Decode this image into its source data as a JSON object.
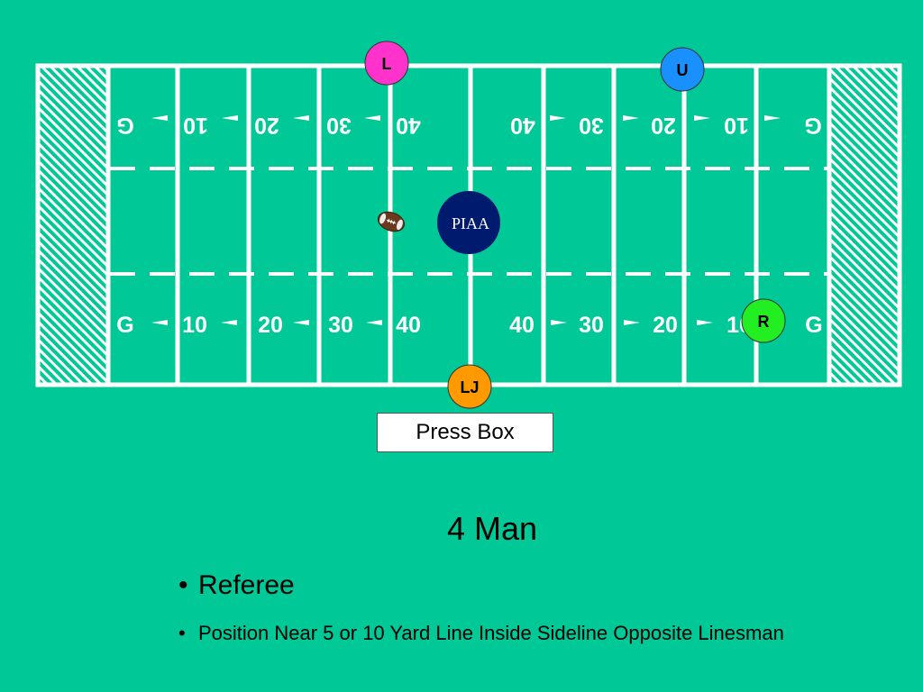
{
  "field": {
    "top_numbers": [
      "G",
      "10",
      "20",
      "30",
      "40",
      "40",
      "30",
      "20",
      "10",
      "G"
    ],
    "bottom_numbers": [
      "G",
      "10",
      "20",
      "30",
      "40",
      "40",
      "30",
      "20",
      "10",
      "G"
    ],
    "logo_text": "PIAA",
    "colors": {
      "background": "#00c896",
      "lines": "#ffffff",
      "logo": "#001a6e",
      "official_L": "#ff33cc",
      "official_U": "#1a90ff",
      "official_R": "#22ee22",
      "official_LJ": "#ff9900"
    }
  },
  "officials": {
    "L": "L",
    "U": "U",
    "R": "R",
    "LJ": "LJ"
  },
  "press_box": "Press Box",
  "title": "4 Man",
  "bullets": [
    "Referee",
    "Position Near 5 or 10 Yard Line Inside Sideline Opposite Linesman"
  ]
}
